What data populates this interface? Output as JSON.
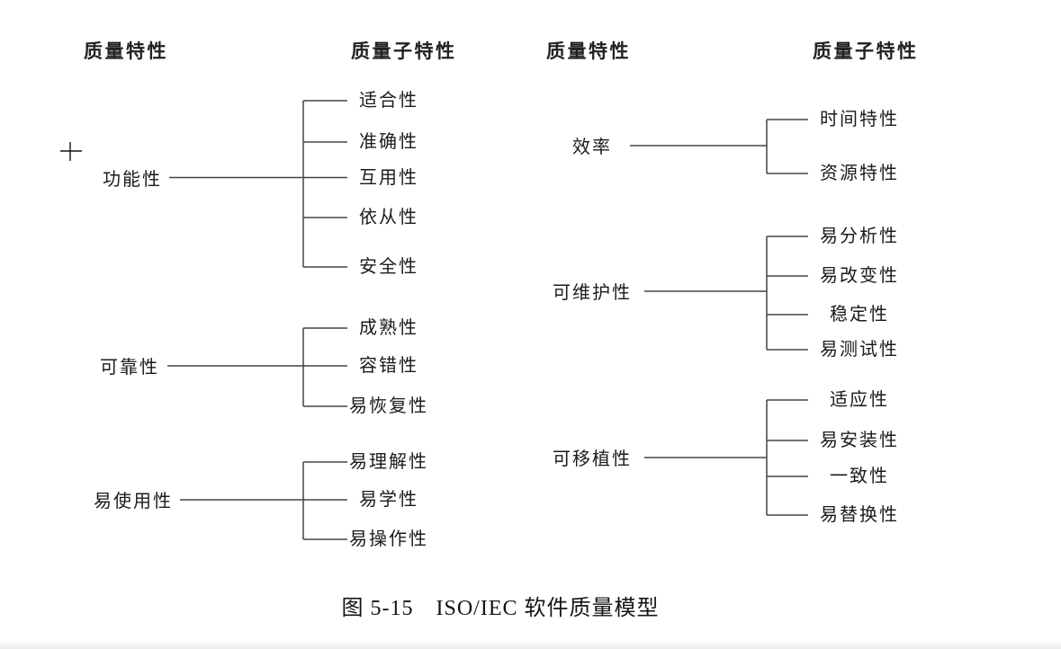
{
  "diagram": {
    "column_headers": [
      {
        "id": "left-quality-characteristic",
        "label": "质量特性"
      },
      {
        "id": "left-quality-subcharacteristic",
        "label": "质量子特性"
      },
      {
        "id": "right-quality-characteristic",
        "label": "质量特性"
      },
      {
        "id": "right-quality-subcharacteristic",
        "label": "质量子特性"
      }
    ],
    "trees": [
      {
        "parent": "功能性",
        "children": [
          "适合性",
          "准确性",
          "互用性",
          "依从性",
          "安全性"
        ]
      },
      {
        "parent": "可靠性",
        "children": [
          "成熟性",
          "容错性",
          "易恢复性"
        ]
      },
      {
        "parent": "易使用性",
        "children": [
          "易理解性",
          "易学性",
          "易操作性"
        ]
      },
      {
        "parent": "效率",
        "children": [
          "时间特性",
          "资源特性"
        ]
      },
      {
        "parent": "可维护性",
        "children": [
          "易分析性",
          "易改变性",
          "稳定性",
          "易测试性"
        ]
      },
      {
        "parent": "可移植性",
        "children": [
          "适应性",
          "易安装性",
          "一致性",
          "易替换性"
        ]
      }
    ],
    "caption": "图 5-15　ISO/IEC 软件质量模型",
    "cursor_icon": "crosshair-plus",
    "colors": {
      "background": "#ffffff",
      "line": "#454545",
      "text": "#1b1b1b"
    }
  }
}
